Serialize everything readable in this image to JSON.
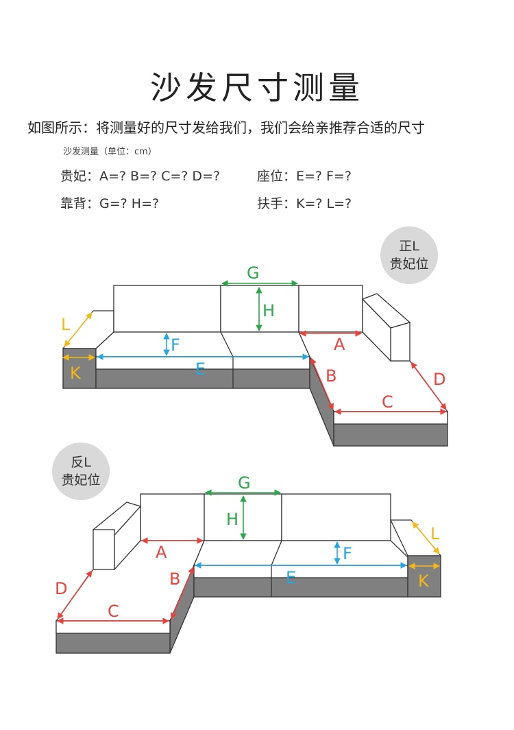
{
  "title": "沙发尺寸测量",
  "intro": "如图所示：将测量好的尺寸发给我们，我们会给亲推荐合适的尺寸",
  "note": "沙发测量（单位：cm）",
  "rows": [
    {
      "label": "贵妃：A=? B=? C=? D=?",
      "label2": "座位：E=? F=?"
    },
    {
      "label": "靠背：G=? H=?",
      "label2": "扶手：K=? L=?"
    }
  ],
  "diagrams": [
    {
      "badge_line1": "正L",
      "badge_line2": "贵妃位"
    },
    {
      "badge_line1": "反L",
      "badge_line2": "贵妃位"
    }
  ],
  "letters": {
    "A": "A",
    "B": "B",
    "C": "C",
    "D": "D",
    "E": "E",
    "F": "F",
    "G": "G",
    "H": "H",
    "K": "K",
    "L": "L"
  },
  "colors": {
    "red": "#e8423b",
    "blue": "#23a7e0",
    "green": "#2ba84a",
    "yellow": "#f5b814",
    "gray": "#808080",
    "line": "#333333"
  }
}
